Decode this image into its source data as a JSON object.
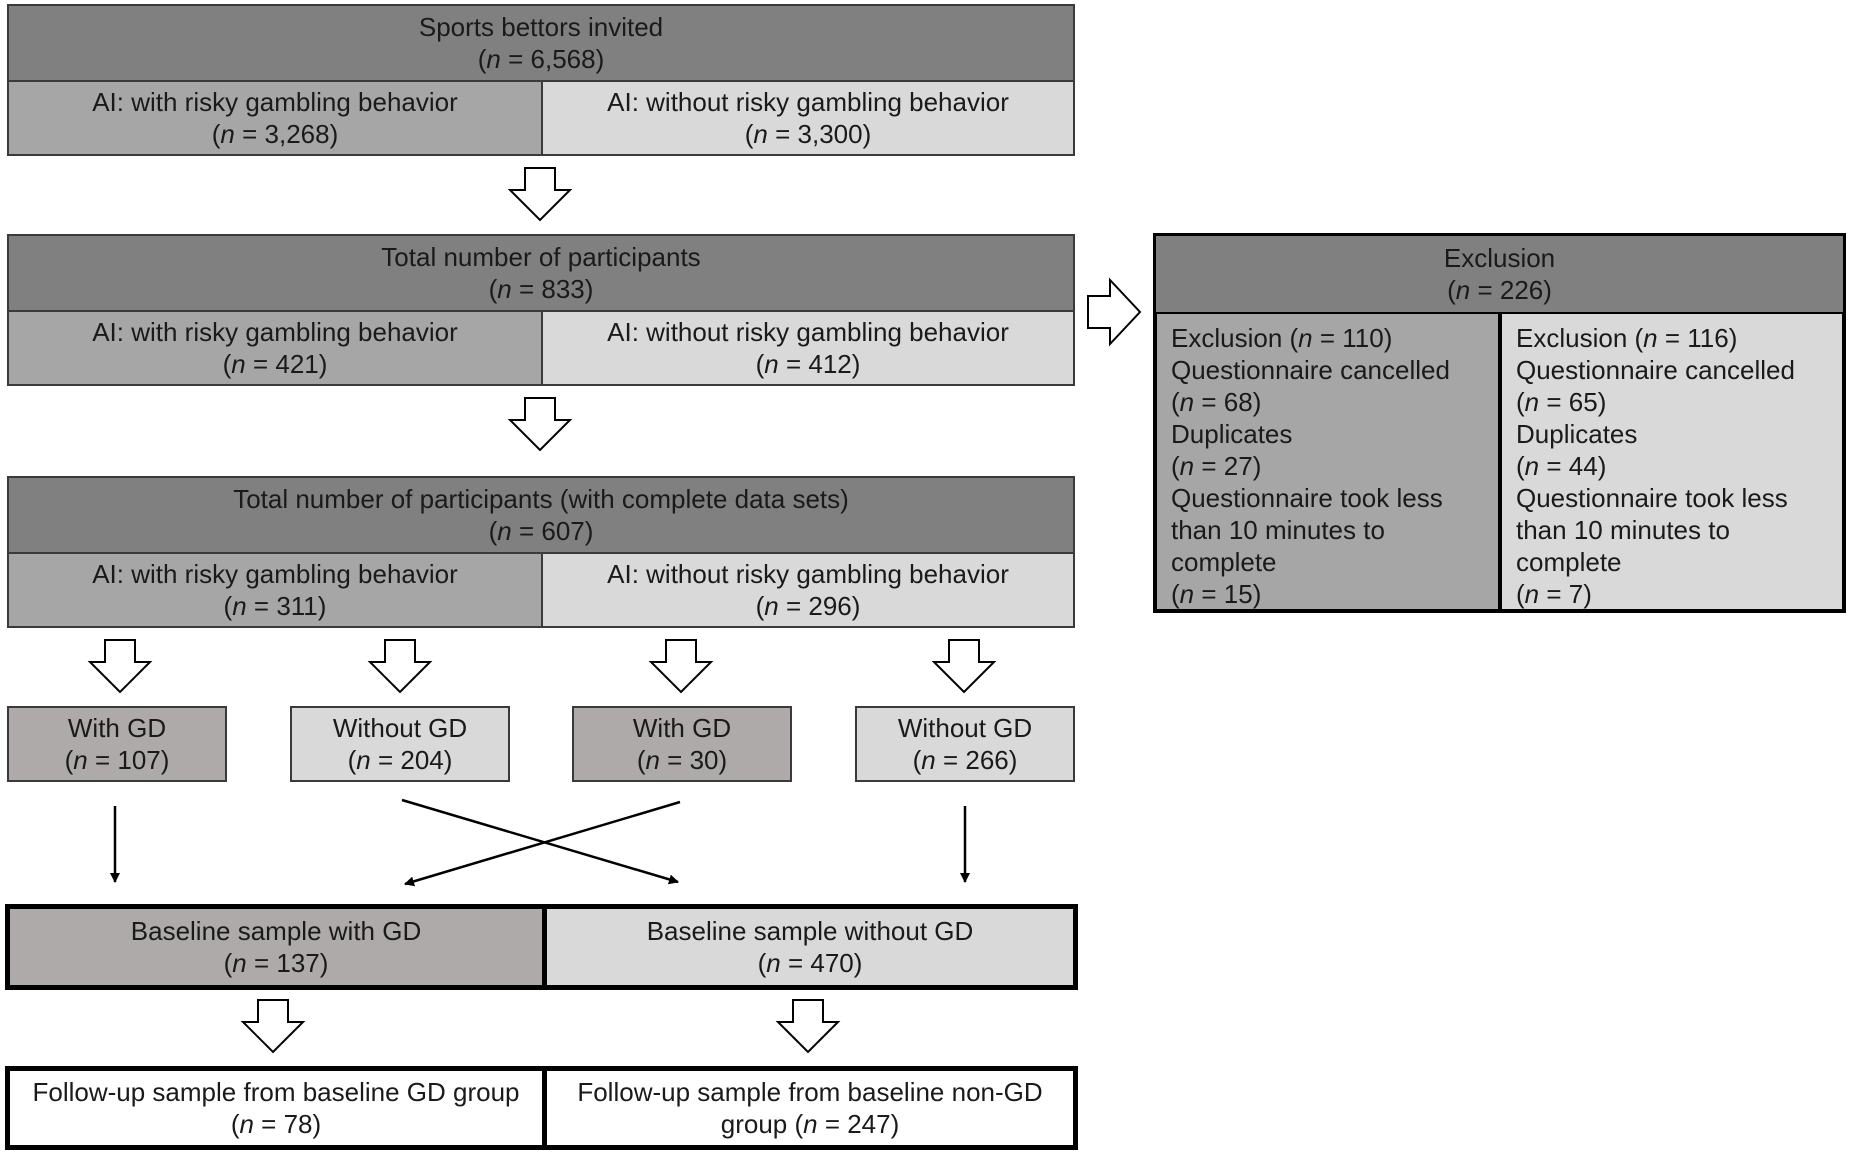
{
  "stage1": {
    "header": [
      "Sports bettors invited",
      "(n = 6,568)"
    ],
    "left": [
      "AI: with risky gambling behavior",
      "(n = 3,268)"
    ],
    "right": [
      "AI: without risky gambling behavior",
      "(n = 3,300)"
    ]
  },
  "stage2": {
    "header": [
      "Total number of participants",
      "(n = 833)"
    ],
    "left": [
      "AI: with risky gambling behavior",
      "(n = 421)"
    ],
    "right": [
      "AI: without risky gambling behavior",
      "(n = 412)"
    ]
  },
  "stage3": {
    "header": [
      "Total number of participants (with complete data sets)",
      "(n = 607)"
    ],
    "left": [
      "AI: with risky gambling behavior",
      "(n = 311)"
    ],
    "right": [
      "AI: without risky gambling behavior",
      "(n = 296)"
    ]
  },
  "gd_groups": [
    [
      "With GD",
      "(n = 107)"
    ],
    [
      "Without GD",
      "(n = 204)"
    ],
    [
      "With GD",
      "(n = 30)"
    ],
    [
      "Without GD",
      "(n = 266)"
    ]
  ],
  "baseline": {
    "left": [
      "Baseline sample with GD",
      "(n = 137)"
    ],
    "right": [
      "Baseline sample without GD",
      "(n = 470)"
    ]
  },
  "followup": {
    "left": [
      "Follow-up sample from baseline GD group",
      "(n = 78)"
    ],
    "right": [
      "Follow-up sample from baseline non-GD",
      "group (n = 247)"
    ]
  },
  "exclusion": {
    "header": [
      "Exclusion",
      "(n = 226)"
    ],
    "left": [
      "Exclusion (n = 110)",
      "Questionnaire cancelled",
      "(n = 68)",
      "Duplicates",
      "(n = 27)",
      "Questionnaire took less",
      "than 10 minutes to",
      "complete",
      "(n = 15)"
    ],
    "right": [
      "Exclusion (n = 116)",
      "Questionnaire cancelled",
      "(n = 65)",
      "Duplicates",
      "(n = 44)",
      "Questionnaire took less",
      "than 10 minutes to",
      "complete",
      "(n = 7)"
    ]
  }
}
